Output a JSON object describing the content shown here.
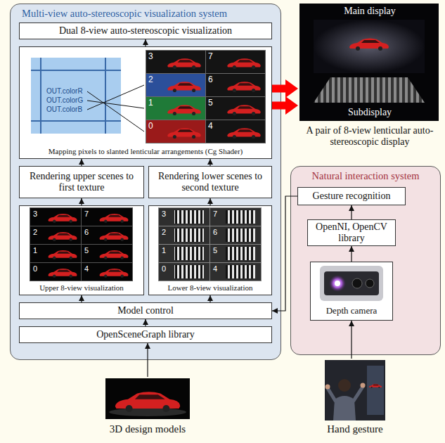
{
  "diagram": {
    "nodes": [
      {
        "text": [
          "Multi-view auto-stereoscopic visualization system"
        ]
      },
      {
        "text": [
          "Dual 8-view auto-stereoscopic visualization"
        ],
        "in": 0
      },
      {
        "text": [
          "Mapping pixels to slanted lenticular arrangements (Cg Shader)"
        ],
        "in": 0
      },
      {
        "text": [
          "Rendering upper scenes to first texture"
        ],
        "in": 0
      },
      {
        "text": [
          "Rendering lower scenes to second texture"
        ],
        "in": 0
      },
      {
        "text": [
          "Upper 8-view visualization"
        ],
        "in": 0
      },
      {
        "text": [
          "Lower 8-view visualization"
        ],
        "in": 0
      },
      {
        "text": [
          "Model control"
        ],
        "in": 0
      },
      {
        "text": [
          "OpenSceneGraph library"
        ],
        "in": 0
      },
      {
        "text": [
          "3D design models"
        ]
      },
      {
        "text": [
          "Main display",
          "Subdisplay",
          "A pair of 8-view lenticular auto-stereoscopic display"
        ]
      },
      {
        "text": [
          "Natural interaction system"
        ]
      },
      {
        "text": [
          "Gesture recognition"
        ],
        "in": 11
      },
      {
        "text": [
          "OpenNI, OpenCV library"
        ],
        "in": 11
      },
      {
        "text": [
          "Depth camera"
        ],
        "in": 11
      },
      {
        "text": [
          "Hand gesture"
        ]
      }
    ],
    "edges": [
      {
        "from": 15,
        "to": 14,
        "arrow": "to"
      },
      {
        "from": 14,
        "to": 13,
        "arrow": "to"
      },
      {
        "from": 13,
        "to": 12,
        "arrow": "to"
      },
      {
        "from": 12,
        "to": 7,
        "arrow": "to"
      },
      {
        "from": 9,
        "to": 8,
        "arrow": "to"
      },
      {
        "from": 8,
        "to": 7,
        "arrow": "to"
      },
      {
        "from": 7,
        "to": 5,
        "arrow": "to"
      },
      {
        "from": 7,
        "to": 6,
        "arrow": "to"
      },
      {
        "from": 5,
        "to": 3,
        "arrow": "to"
      },
      {
        "from": 6,
        "to": 4,
        "arrow": "to"
      },
      {
        "from": 3,
        "to": 2,
        "arrow": "to"
      },
      {
        "from": 4,
        "to": 2,
        "arrow": "to"
      },
      {
        "from": 2,
        "to": 1,
        "arrow": "to"
      },
      {
        "from": 2,
        "to": 10,
        "arrow": "to"
      },
      {
        "from": 2,
        "to": 10,
        "arrow": "to"
      }
    ],
    "labels": [
      "OUT.colorR",
      "OUT.colorG",
      "OUT.colorB",
      "3",
      "7",
      "2",
      "6",
      "1",
      "5",
      "0",
      "4",
      "3",
      "7",
      "2",
      "6",
      "1",
      "5",
      "0",
      "4",
      "3",
      "7",
      "2",
      "6",
      "1",
      "5",
      "0",
      "4"
    ]
  }
}
